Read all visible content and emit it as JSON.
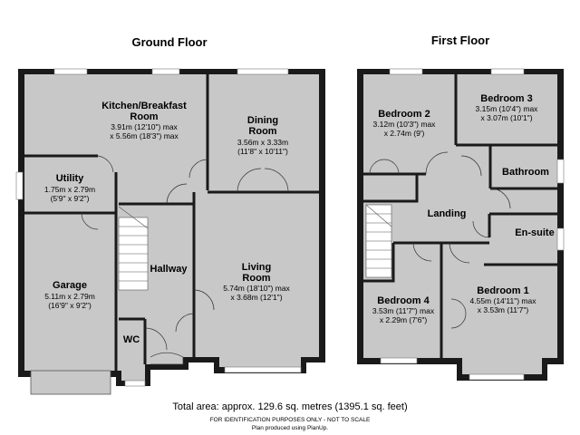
{
  "floors": {
    "ground": {
      "title": "Ground Floor"
    },
    "first": {
      "title": "First Floor"
    }
  },
  "rooms": {
    "kitchen": {
      "name_line1": "Kitchen/Breakfast",
      "name_line2": "Room",
      "dim1": "3.91m (12'10\") max",
      "dim2": "x 5.56m (18'3\") max"
    },
    "dining": {
      "name_line1": "Dining",
      "name_line2": "Room",
      "dim1": "3.56m x 3.33m",
      "dim2": "(11'8\" x 10'11\")"
    },
    "utility": {
      "name": "Utility",
      "dim1": "1.75m x 2.79m",
      "dim2": "(5'9\" x 9'2\")"
    },
    "hallway": {
      "name": "Hallway"
    },
    "garage": {
      "name": "Garage",
      "dim1": "5.11m x 2.79m",
      "dim2": "(16'9\" x 9'2\")"
    },
    "living": {
      "name_line1": "Living",
      "name_line2": "Room",
      "dim1": "5.74m (18'10\") max",
      "dim2": "x 3.68m (12'1\")"
    },
    "wc": {
      "name": "WC"
    },
    "bedroom2": {
      "name": "Bedroom 2",
      "dim1": "3.12m (10'3\") max",
      "dim2": "x 2.74m (9')"
    },
    "bedroom3": {
      "name": "Bedroom 3",
      "dim1": "3.15m (10'4\") max",
      "dim2": "x 3.07m (10'1\")"
    },
    "bathroom": {
      "name": "Bathroom"
    },
    "landing": {
      "name": "Landing"
    },
    "ensuite": {
      "name": "En-suite"
    },
    "bedroom4": {
      "name": "Bedroom 4",
      "dim1": "3.53m (11'7\") max",
      "dim2": "x 2.29m (7'6\")"
    },
    "bedroom1": {
      "name": "Bedroom 1",
      "dim1": "4.55m (14'11\") max",
      "dim2": "x 3.53m (11'7\")"
    }
  },
  "footer": {
    "total_area": "Total area: approx. 129.6 sq. metres (1395.1 sq. feet)",
    "disclaimer": "FOR IDENTIFICATION PURPOSES ONLY - NOT TO SCALE",
    "credit": "Plan produced using PlanUp."
  },
  "colors": {
    "floor": "#c8c8c8",
    "wall": "#1a1a1a",
    "background": "#ffffff"
  }
}
